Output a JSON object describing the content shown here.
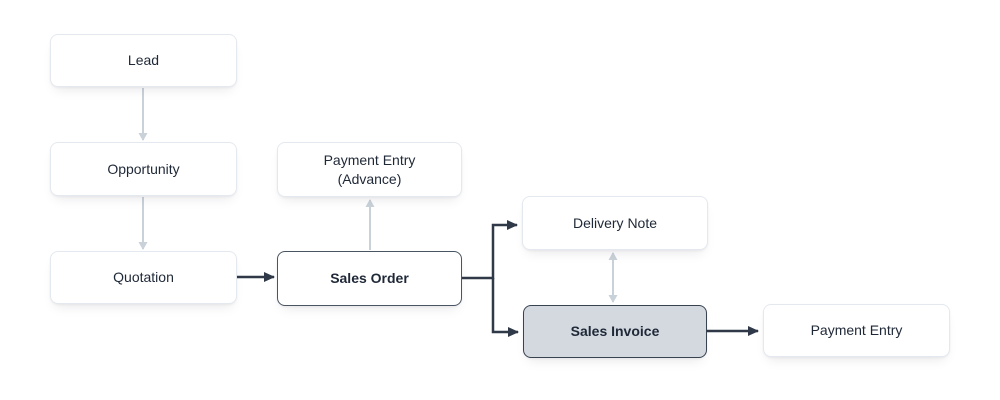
{
  "nodes": {
    "lead": {
      "label": "Lead"
    },
    "opportunity": {
      "label": "Opportunity"
    },
    "quotation": {
      "label": "Quotation"
    },
    "payment_entry_advance": {
      "label": "Payment Entry\n(Advance)"
    },
    "sales_order": {
      "label": "Sales Order"
    },
    "delivery_note": {
      "label": "Delivery Note"
    },
    "sales_invoice": {
      "label": "Sales Invoice"
    },
    "payment_entry": {
      "label": "Payment Entry"
    }
  },
  "edges": [
    {
      "from": "Lead",
      "to": "Opportunity",
      "style": "light",
      "direction": "one-way"
    },
    {
      "from": "Opportunity",
      "to": "Quotation",
      "style": "light",
      "direction": "one-way"
    },
    {
      "from": "Quotation",
      "to": "Sales Order",
      "style": "dark",
      "direction": "one-way"
    },
    {
      "from": "Sales Order",
      "to": "Payment Entry (Advance)",
      "style": "light",
      "direction": "one-way"
    },
    {
      "from": "Sales Order",
      "to": "Delivery Note",
      "style": "dark",
      "direction": "one-way"
    },
    {
      "from": "Sales Order",
      "to": "Sales Invoice",
      "style": "dark",
      "direction": "one-way"
    },
    {
      "from": "Delivery Note",
      "to": "Sales Invoice",
      "style": "light",
      "direction": "two-way"
    },
    {
      "from": "Sales Invoice",
      "to": "Payment Entry",
      "style": "dark",
      "direction": "one-way"
    }
  ],
  "colors": {
    "background": "#ffffff",
    "node_fill": "#ffffff",
    "node_border": "#e4e9ef",
    "node_border_emphasis": "#4a5564",
    "highlight_fill": "#d3d9df",
    "highlight_border": "#39424f",
    "text": "#1f2837",
    "arrow_dark": "#2f3947",
    "arrow_light": "#c9d1d9"
  }
}
